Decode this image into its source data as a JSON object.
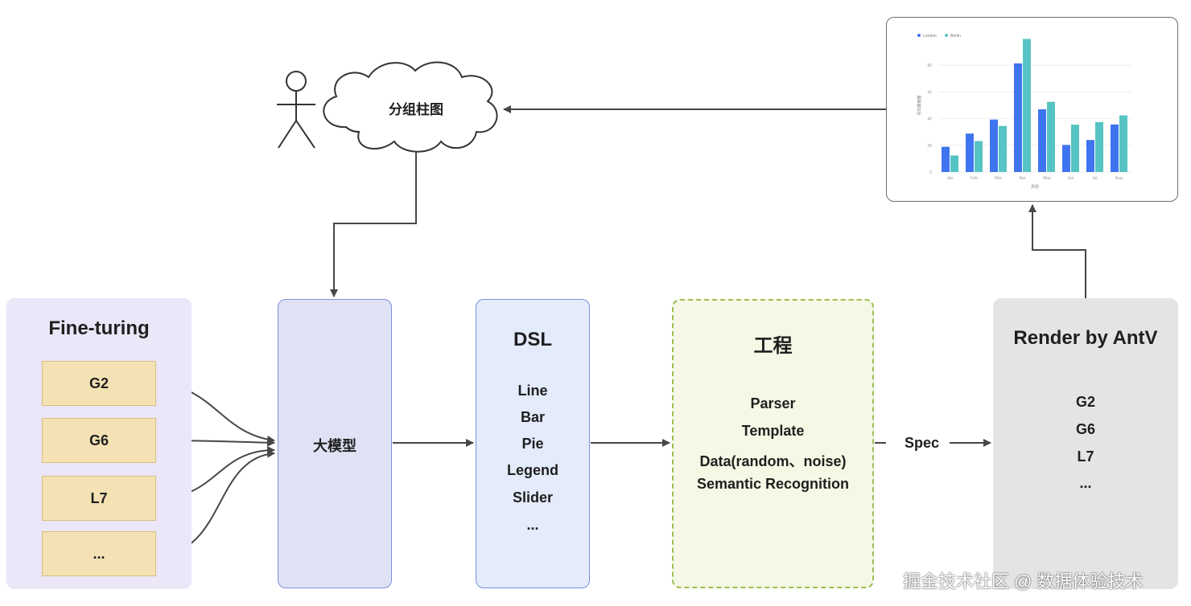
{
  "user": {
    "prompt": "分组柱图"
  },
  "finetune": {
    "title": "Fine-turing",
    "items": [
      "G2",
      "G6",
      "L7",
      "..."
    ]
  },
  "model": {
    "label": "大模型"
  },
  "dsl": {
    "title": "DSL",
    "items": [
      "Line",
      "Bar",
      "Pie",
      "Legend",
      "Slider",
      "..."
    ]
  },
  "engineering": {
    "title": "工程",
    "items": [
      "Parser",
      "Template",
      "Data(random、noise)",
      "Semantic Recognition"
    ]
  },
  "spec": {
    "label": "Spec"
  },
  "render": {
    "title": "Render by AntV",
    "items": [
      "G2",
      "G6",
      "L7",
      "..."
    ]
  },
  "watermark": "掘金技术社区 @ 数据体验技术",
  "colors": {
    "finetune_bg": "#ebe6f8",
    "model_bg": "#dfe2f5",
    "dsl_bg": "#e4ebfb",
    "eng_bg": "#f4f8e4",
    "render_bg": "#e3e5e3",
    "box_bg": "#f4e2b4",
    "london": "#3f74f0",
    "berlin": "#56c4c4",
    "arrow": "#474747"
  },
  "chart_data": {
    "type": "bar",
    "categories": [
      "Jan.",
      "Feb.",
      "Mar.",
      "Apr.",
      "May",
      "Jun.",
      "Jul.",
      "Aug."
    ],
    "series": [
      {
        "name": "London",
        "values": [
          18.9,
          28.8,
          39.3,
          81.4,
          47,
          20.3,
          24,
          35.6
        ]
      },
      {
        "name": "Berlin",
        "values": [
          12.4,
          23.2,
          34.5,
          99.7,
          52.6,
          35.5,
          37.4,
          42.4
        ]
      }
    ],
    "yticks": [
      0,
      20,
      40,
      60,
      80
    ],
    "ylim": [
      0,
      100
    ],
    "xlabel": "月份",
    "ylabel": "月均降雨量",
    "legend_position": "top-left",
    "grid": true
  }
}
